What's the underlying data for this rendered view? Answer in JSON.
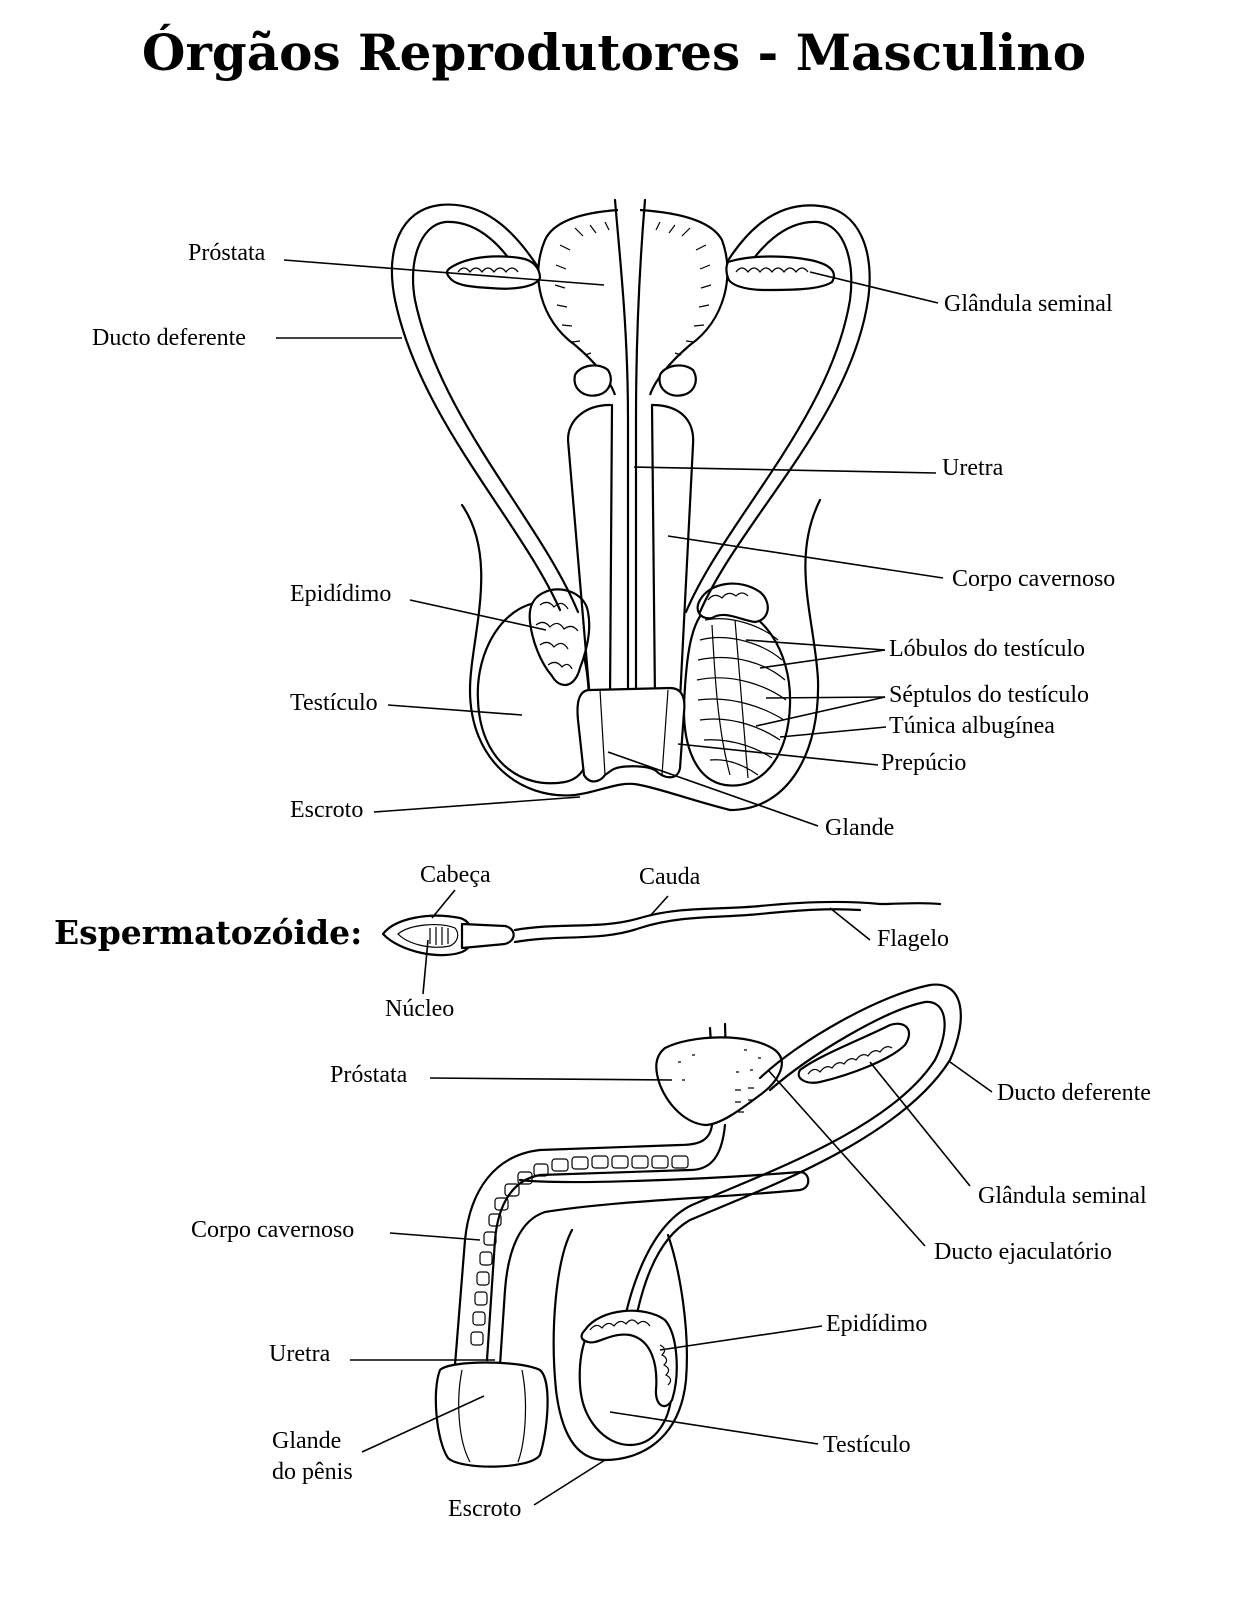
{
  "title": "Órgãos Reprodutores - Masculino",
  "front_view": {
    "labels": {
      "prostata": "Próstata",
      "ducto_deferente": "Ducto deferente",
      "glandula_seminal": "Glândula seminal",
      "uretra": "Uretra",
      "corpo_cavernoso": "Corpo cavernoso",
      "epididimo": "Epidídimo",
      "lobulos": "Lóbulos do testículo",
      "testiculo": "Testículo",
      "septulos": "Séptulos do testículo",
      "tunica": "Túnica albugínea",
      "prepucio": "Prepúcio",
      "escroto": "Escroto",
      "glande": "Glande"
    }
  },
  "sperm": {
    "heading": "Espermatozóide:",
    "labels": {
      "cabeca": "Cabeça",
      "cauda": "Cauda",
      "flagelo": "Flagelo",
      "nucleo": "Núcleo"
    }
  },
  "side_view": {
    "labels": {
      "prostata": "Próstata",
      "ducto_deferente": "Ducto deferente",
      "glandula_seminal": "Glândula seminal",
      "corpo_cavernoso": "Corpo cavernoso",
      "ducto_ejaculatorio": "Ducto ejaculatório",
      "epididimo": "Epidídimo",
      "uretra": "Uretra",
      "glande_line1": "Glande",
      "glande_line2": "do pênis",
      "testiculo": "Testículo",
      "escroto": "Escroto"
    }
  }
}
